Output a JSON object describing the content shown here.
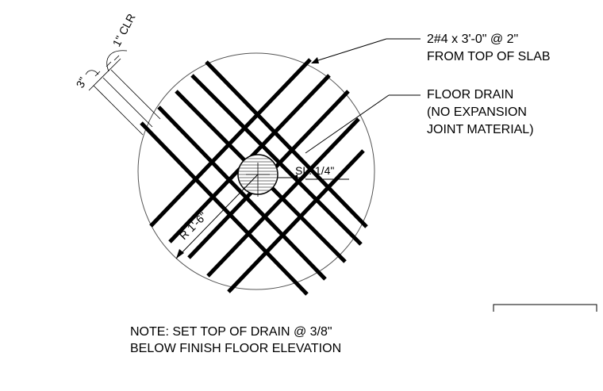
{
  "callouts": {
    "rebar_line1": "2#4 x 3'-0\"  @ 2\"",
    "rebar_line2": "FROM TOP OF SLAB",
    "drain_line1": "FLOOR DRAIN",
    "drain_line2": "(NO EXPANSION",
    "drain_line3": "JOINT MATERIAL)",
    "slope": "SL. 1/4\"",
    "radius": "R 1'-6\"",
    "clear_cover": "1\" CLR",
    "edge_offset": "3\""
  },
  "note": {
    "line1": "NOTE: SET TOP OF DRAIN @ 3/8\"",
    "line2": "BELOW FINISH FLOOR ELEVATION"
  }
}
